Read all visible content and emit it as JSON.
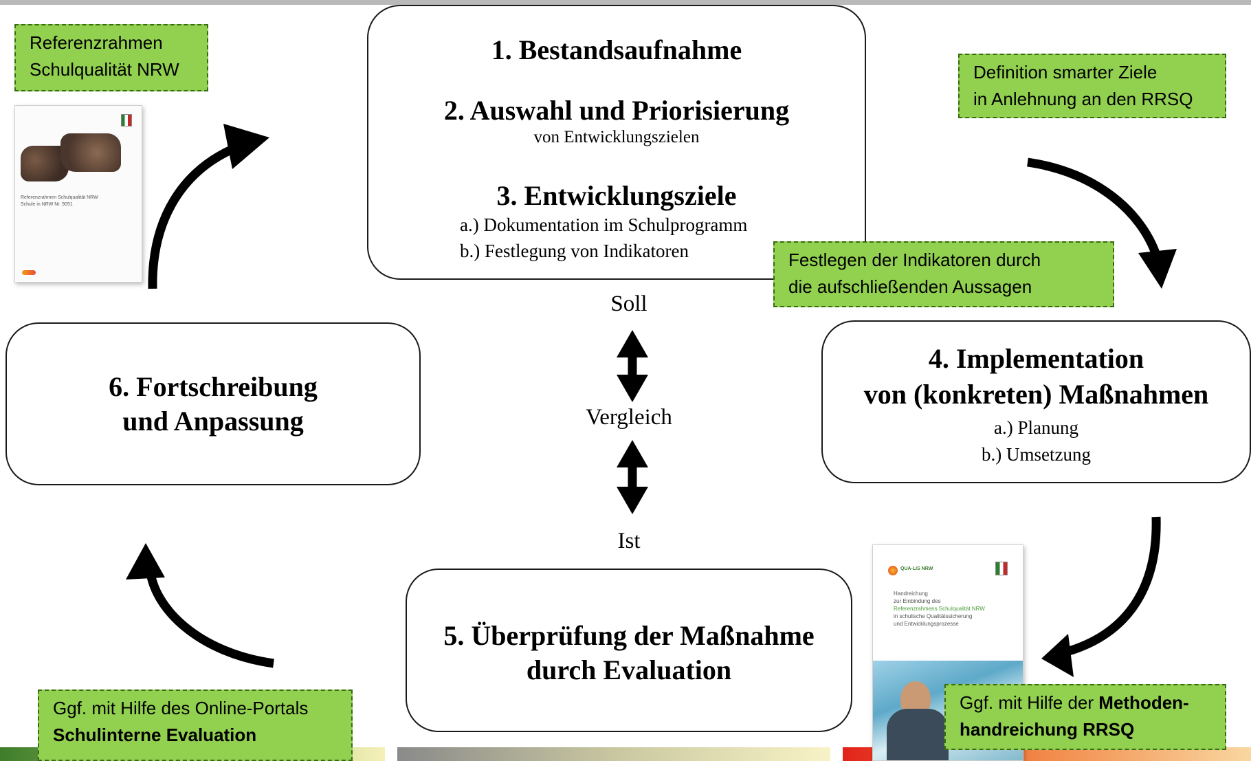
{
  "steps": {
    "step1": "1. Bestandsaufnahme",
    "step2_title": "2. Auswahl und Priorisierung",
    "step2_sub": "von Entwicklungszielen",
    "step3_title": "3. Entwicklungsziele",
    "step3_a": "a.) Dokumentation im Schulprogramm",
    "step3_b": "b.) Festlegung von Indikatoren",
    "step4_line1": "4. Implementation",
    "step4_line2": "von (konkreten) Maßnahmen",
    "step4_a": "a.) Planung",
    "step4_b": "b.) Umsetzung",
    "step5_line1": "5. Überprüfung der Maßnahme",
    "step5_line2": "durch Evaluation",
    "step6_line1": "6. Fortschreibung",
    "step6_line2": "und Anpassung"
  },
  "comparison": {
    "soll": "Soll",
    "vergleich": "Vergleich",
    "ist": "Ist"
  },
  "notes": {
    "referenzrahmen_l1": "Referenzrahmen",
    "referenzrahmen_l2": "Schulqualität NRW",
    "definition_l1": "Definition smarter Ziele",
    "definition_l2": "in Anlehnung an den RRSQ",
    "festlegen_l1": "Festlegen der Indikatoren durch",
    "festlegen_l2": "die aufschließenden Aussagen",
    "online_l1": "Ggf. mit Hilfe des Online-Portals",
    "online_l2": "Schulinterne Evaluation",
    "methoden_l1_prefix": "Ggf. mit Hilfe der ",
    "methoden_l1_bold": "Methoden-",
    "methoden_l2": "handreichung RRSQ"
  },
  "doc_left": {
    "title_line1": "Referenzrahmen Schulqualität NRW",
    "title_line2": "Schule in NRW Nr. 9051"
  },
  "doc_right": {
    "logo": "QUA-LiS NRW",
    "text_l1": "Handreichung",
    "text_l2": "zur Einbindung des",
    "text_l3": "Referenzrahmens Schulqualität NRW",
    "text_l4": "in schulische Qualitätssicherung",
    "text_l5": "und Entwicklungsprozesse"
  },
  "colors": {
    "note_green": "#92d050",
    "note_border": "#3a6b14",
    "arrow": "#000000"
  }
}
